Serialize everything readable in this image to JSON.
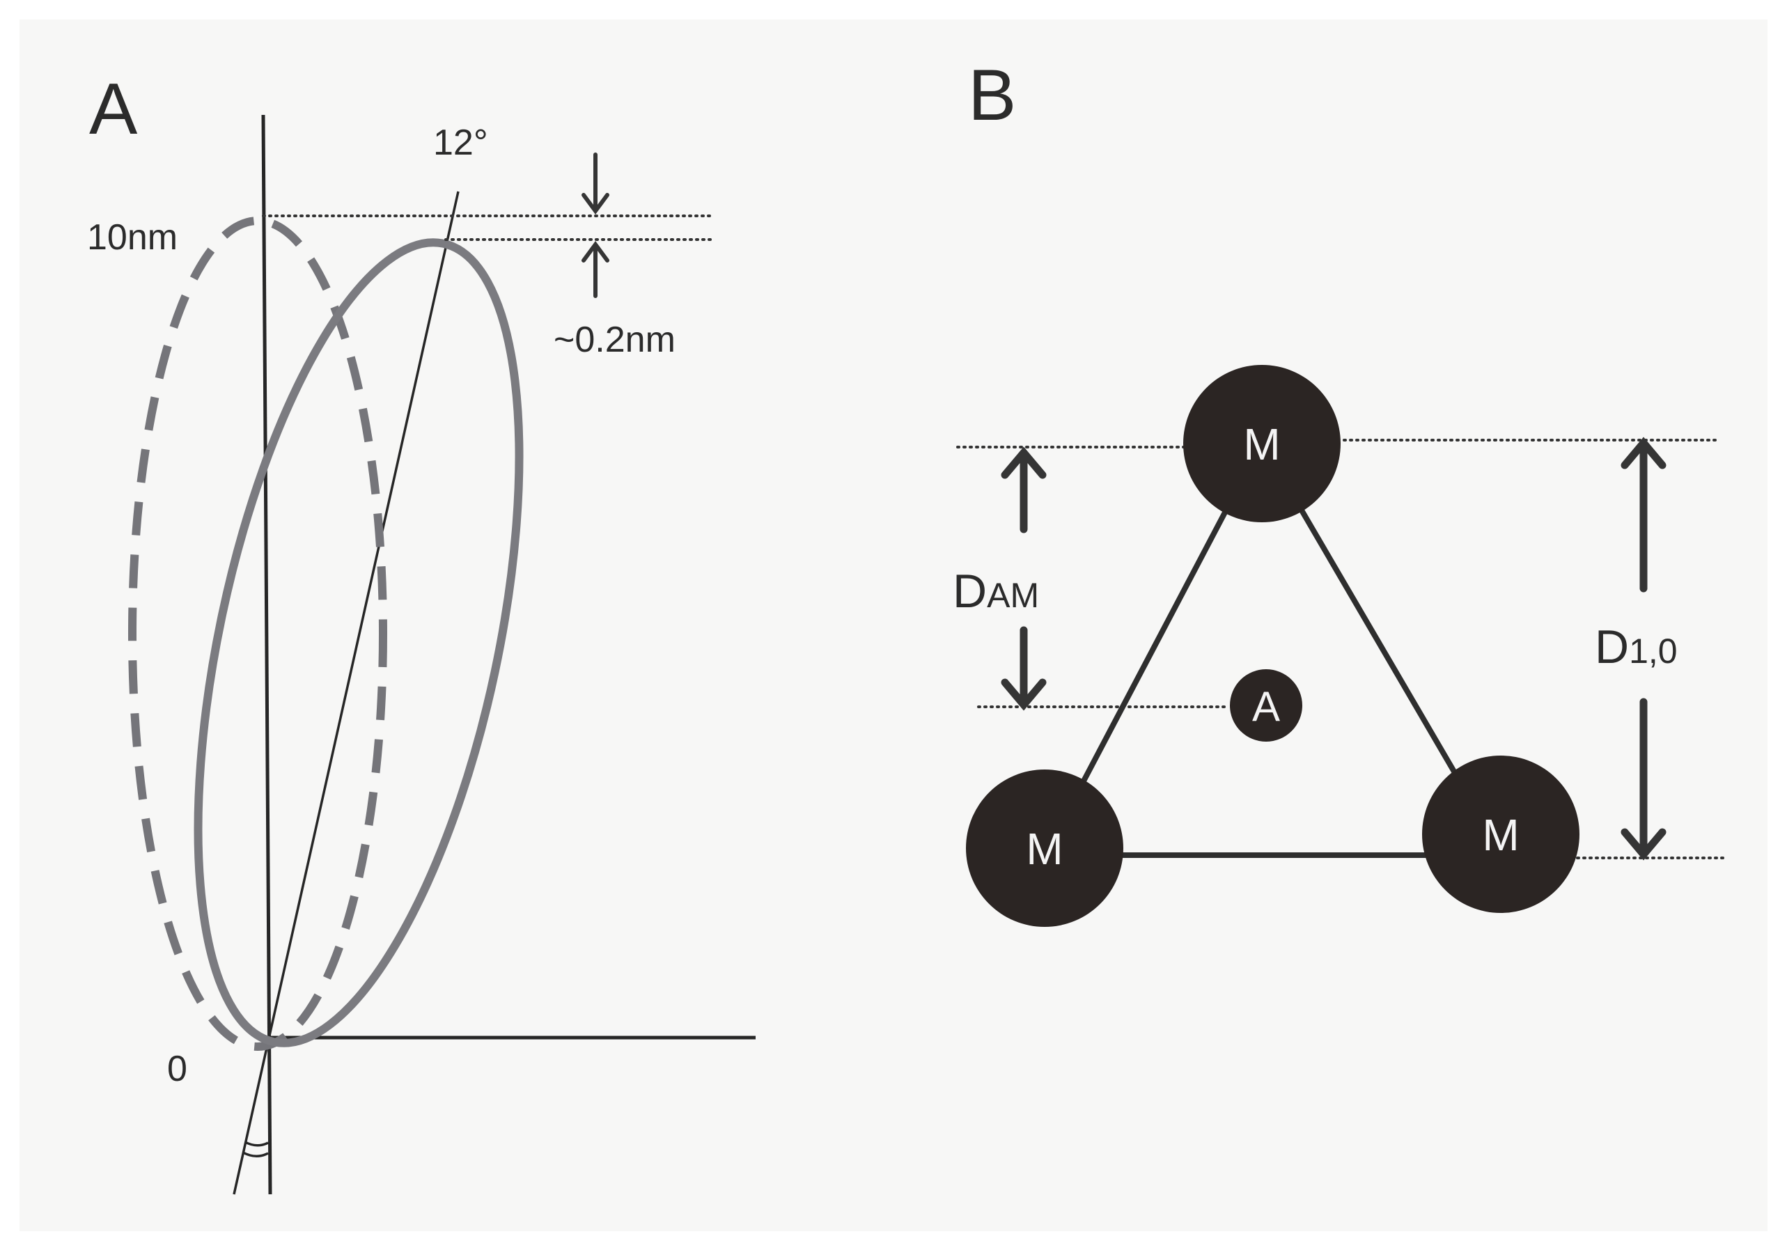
{
  "panel_a": {
    "letter": "A",
    "angle_label": "12°",
    "height_label": "10nm",
    "origin_label": "0",
    "shift_label": "~0.2nm"
  },
  "panel_b": {
    "letter": "B",
    "myosin_label": "M",
    "actin_label": "A",
    "dam_main": "D",
    "dam_sub": "AM",
    "d10_main": "D",
    "d10_sub": "1,0"
  }
}
